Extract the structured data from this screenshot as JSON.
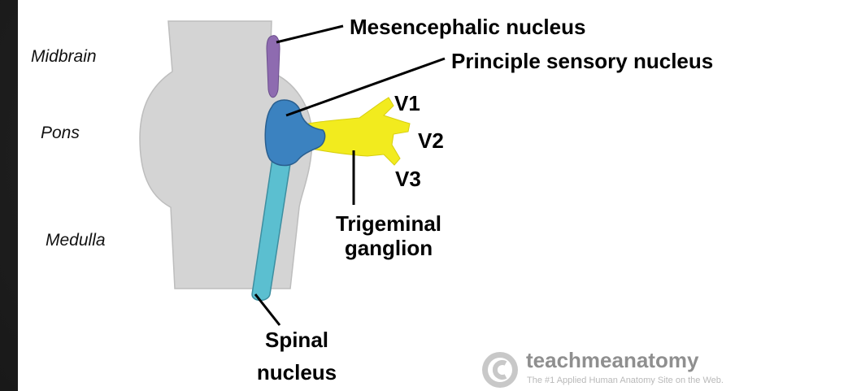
{
  "regions": {
    "midbrain": "Midbrain",
    "pons": "Pons",
    "medulla": "Medulla"
  },
  "labels": {
    "mesencephalic": "Mesencephalic nucleus",
    "principle_sensory": "Principle sensory nucleus",
    "v1": "V1",
    "v2": "V2",
    "v3": "V3",
    "trigeminal_line1": "Trigeminal",
    "trigeminal_line2": "ganglion",
    "spinal_line1": "Spinal",
    "spinal_line2": "nucleus"
  },
  "logo": {
    "name": "teachmeanatomy",
    "tagline": "The #1 Applied Human Anatomy Site on the Web.",
    "symbol": "©"
  },
  "colors": {
    "brainstem": "#d4d4d4",
    "mesencephalic": "#8e6bb0",
    "principle": "#3b82c0",
    "spinal": "#5bbfd0",
    "ganglion": "#f2eb1e"
  }
}
